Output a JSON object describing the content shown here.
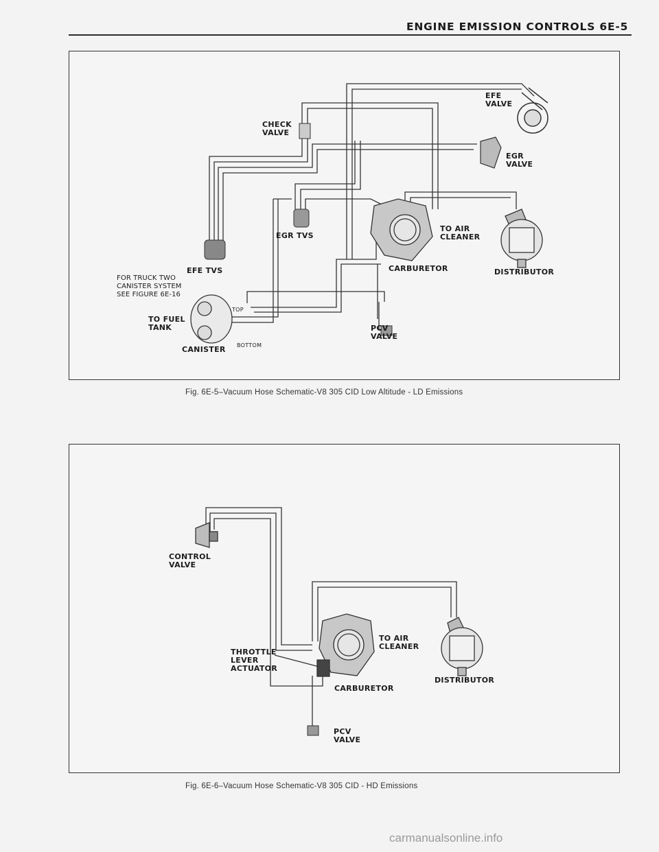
{
  "header": {
    "title": "ENGINE EMISSION CONTROLS   6E-5"
  },
  "figure1": {
    "caption": "Fig. 6E-5–Vacuum Hose Schematic-V8 305 CID Low Altitude - LD Emissions",
    "labels": {
      "efe_valve": "EFE\nVALVE",
      "check_valve": "CHECK\nVALVE",
      "egr_valve": "EGR\nVALVE",
      "egr_tvs": "EGR TVS",
      "to_air_cleaner": "TO AIR\nCLEANER",
      "efe_tvs": "EFE TVS",
      "truck_note": "FOR TRUCK TWO\nCANISTER SYSTEM\nSEE FIGURE 6E-16",
      "carburetor": "CARBURETOR",
      "distributor": "DISTRIBUTOR",
      "top": "TOP",
      "to_fuel_tank": "TO FUEL\nTANK",
      "pcv_valve": "PCV\nVALVE",
      "canister": "CANISTER",
      "bottom": "BOTTOM"
    }
  },
  "figure2": {
    "caption": "Fig. 6E-6–Vacuum Hose Schematic-V8 305 CID - HD Emissions",
    "labels": {
      "control_valve": "CONTROL\nVALVE",
      "to_air_cleaner": "TO AIR\nCLEANER",
      "throttle_lever_actuator": "THROTTLE\nLEVER\nACTUATOR",
      "distributor": "DISTRIBUTOR",
      "carburetor": "CARBURETOR",
      "pcv_valve": "PCV\nVALVE"
    }
  },
  "watermark": "carmanualsonline.info"
}
